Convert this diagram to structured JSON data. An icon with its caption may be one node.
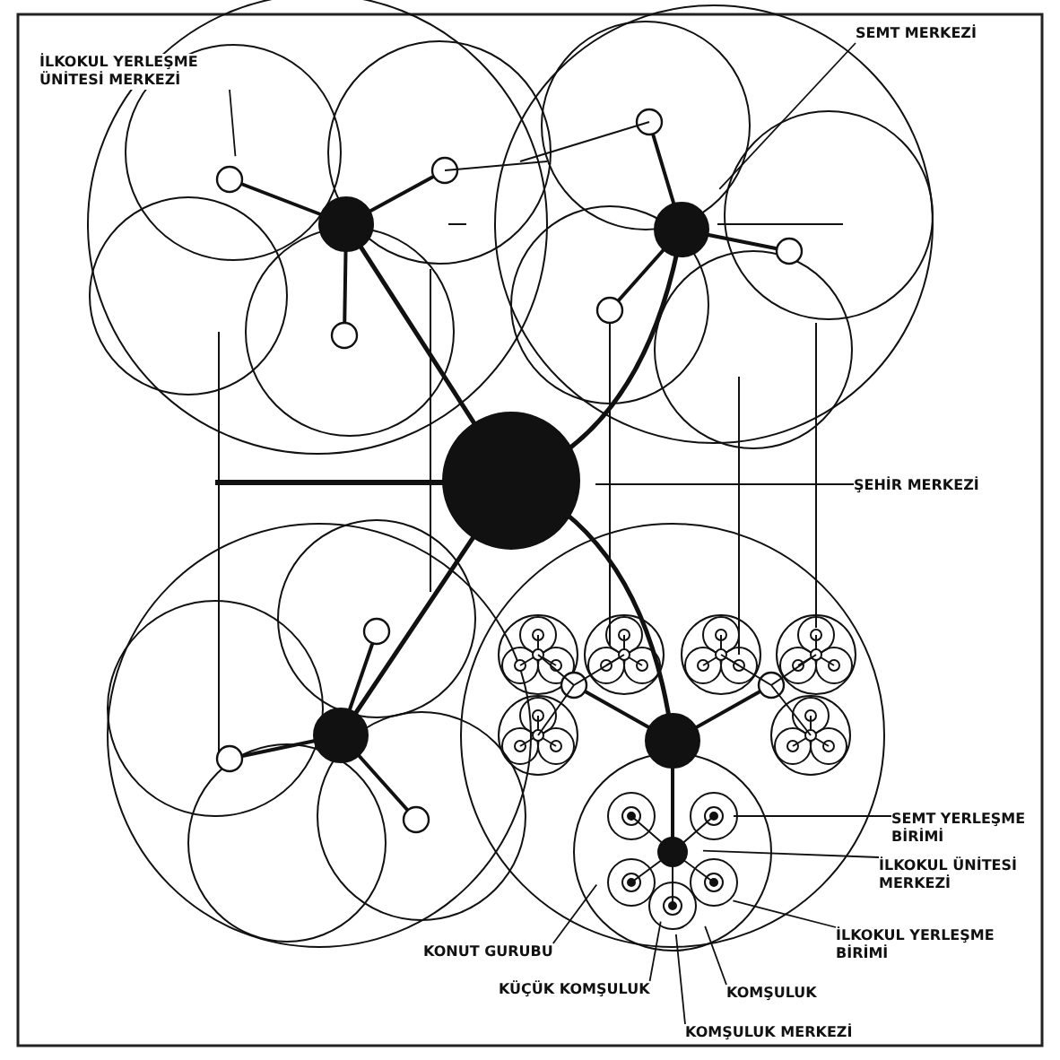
{
  "diagram": {
    "nodes": [
      {
        "text": [
          "İLKOKUL YERLEŞME ÜNİTESİ MERKEZİ"
        ]
      },
      {
        "text": [
          "SEMT MERKEZİ"
        ]
      },
      {
        "text": [
          "ŞEHİR MERKEZİ"
        ]
      },
      {
        "text": [
          "SEMT YERLEŞME BİRİMİ"
        ]
      },
      {
        "text": [
          "İLKOKUL ÜNİTESİ MERKEZİ"
        ]
      },
      {
        "text": [
          "İLKOKUL YERLEŞME BİRİMİ"
        ]
      },
      {
        "text": [
          "KONUT GURUBU"
        ]
      },
      {
        "text": [
          "KÜÇÜK KOMŞULUK"
        ]
      },
      {
        "text": [
          "KOMŞULUK"
        ]
      },
      {
        "text": [
          "KOMŞULUK MERKEZİ"
        ]
      }
    ],
    "edges": [
      {
        "from": 0,
        "to": null,
        "arrow": "none"
      },
      {
        "from": 1,
        "to": null,
        "arrow": "none"
      },
      {
        "from": 2,
        "to": null,
        "arrow": "none"
      },
      {
        "from": 3,
        "to": null,
        "arrow": "none"
      },
      {
        "from": 4,
        "to": null,
        "arrow": "none"
      },
      {
        "from": 5,
        "to": null,
        "arrow": "none"
      },
      {
        "from": 6,
        "to": null,
        "arrow": "none"
      },
      {
        "from": 7,
        "to": null,
        "arrow": "none"
      },
      {
        "from": 8,
        "to": null,
        "arrow": "none"
      },
      {
        "from": 9,
        "to": null,
        "arrow": "none"
      }
    ]
  }
}
